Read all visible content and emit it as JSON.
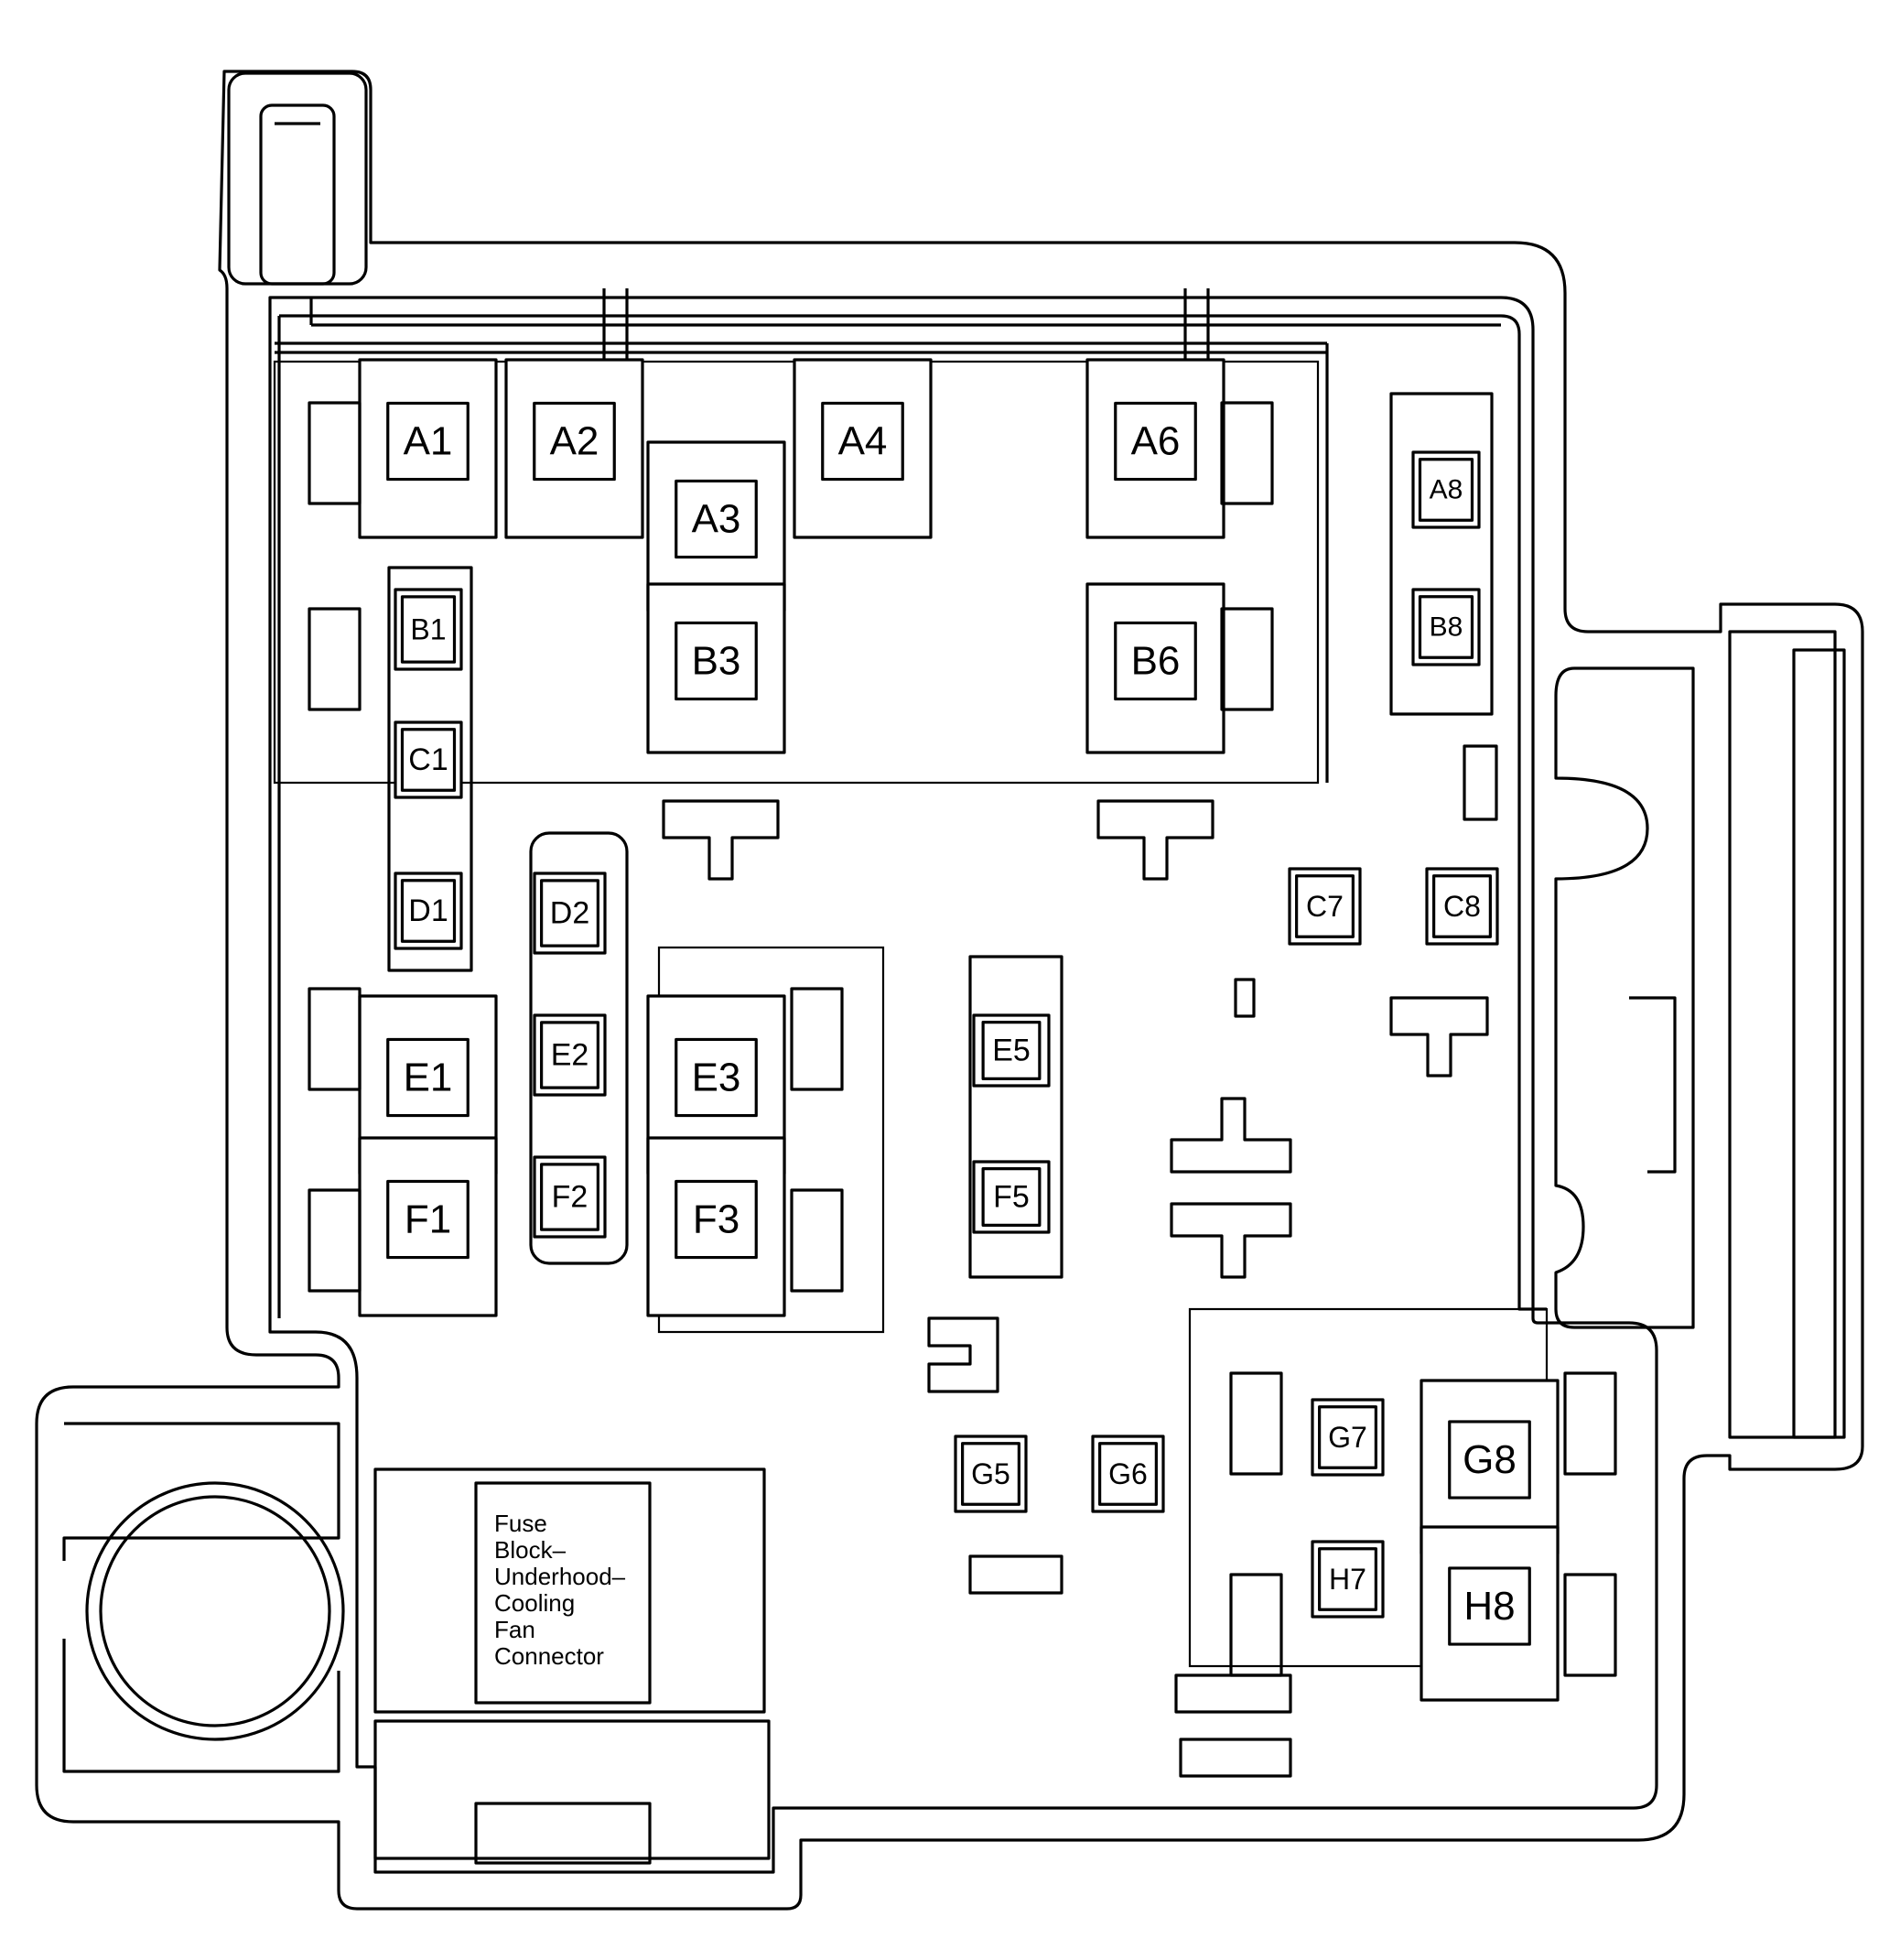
{
  "diagram": {
    "slots": [
      {
        "id": "A1"
      },
      {
        "id": "A2"
      },
      {
        "id": "A3"
      },
      {
        "id": "A4"
      },
      {
        "id": "A6"
      },
      {
        "id": "A8"
      },
      {
        "id": "B1"
      },
      {
        "id": "B3"
      },
      {
        "id": "B6"
      },
      {
        "id": "B8"
      },
      {
        "id": "C1"
      },
      {
        "id": "C7"
      },
      {
        "id": "C8"
      },
      {
        "id": "D1"
      },
      {
        "id": "D2"
      },
      {
        "id": "E1"
      },
      {
        "id": "E2"
      },
      {
        "id": "E3"
      },
      {
        "id": "E5"
      },
      {
        "id": "F1"
      },
      {
        "id": "F2"
      },
      {
        "id": "F3"
      },
      {
        "id": "F5"
      },
      {
        "id": "G5"
      },
      {
        "id": "G6"
      },
      {
        "id": "G7"
      },
      {
        "id": "G8"
      },
      {
        "id": "H7"
      },
      {
        "id": "H8"
      }
    ],
    "connector_label": "Fuse\nBlock–\nUnderhood–\nCooling\nFan\nConnector"
  }
}
